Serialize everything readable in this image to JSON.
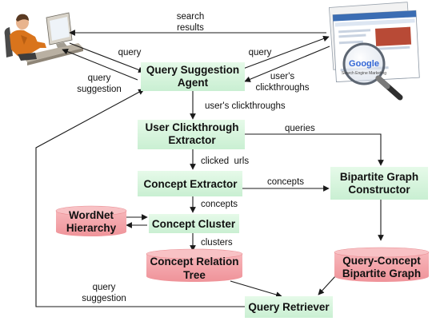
{
  "colors": {
    "green_box": "#d6f5dc",
    "red_cylinder": "#f4a4a8",
    "red_cylinder_top": "#f8c2c5",
    "arrow": "#1a1a1a"
  },
  "icons": {
    "user": "user-at-computer-icon",
    "browser": "search-engine-screenshot-with-magnifier-icon"
  },
  "nodes": {
    "query_suggestion_agent": {
      "line1": "Query Suggestion",
      "line2": "Agent"
    },
    "user_clickthrough_extractor": {
      "line1": "User Clickthrough",
      "line2": "Extractor"
    },
    "concept_extractor": {
      "line1": "Concept Extractor"
    },
    "concept_cluster": {
      "line1": "Concept Cluster"
    },
    "wordnet_hierarchy": {
      "line1": "WordNet",
      "line2": "Hierarchy"
    },
    "concept_relation_tree": {
      "line1": "Concept Relation",
      "line2": "Tree"
    },
    "bipartite_graph_constructor": {
      "line1": "Bipartite Graph",
      "line2": "Constructor"
    },
    "query_concept_bipartite_graph": {
      "line1": "Query-Concept",
      "line2": "Bipartite Graph"
    },
    "query_retriever": {
      "line1": "Query Retriever"
    }
  },
  "edges": {
    "search_results": {
      "line1": "search",
      "line2": "results"
    },
    "query_left": "query",
    "query_right": "query",
    "query_suggestion_top": {
      "line1": "query",
      "line2": "suggestion"
    },
    "users_clickthroughs_right": {
      "line1": "user's",
      "line2": "clickthroughs"
    },
    "users_clickthroughs_down": "user's clickthroughs",
    "queries": "queries",
    "clicked_urls": "clicked  urls",
    "concepts_right": "concepts",
    "concepts_down": "concepts",
    "clusters": "clusters",
    "query_suggestion_bottom": {
      "line1": "query",
      "line2": "suggestion"
    }
  },
  "browser_screen": {
    "logo_text": "Google",
    "caption": "Search Engine Marketing"
  }
}
